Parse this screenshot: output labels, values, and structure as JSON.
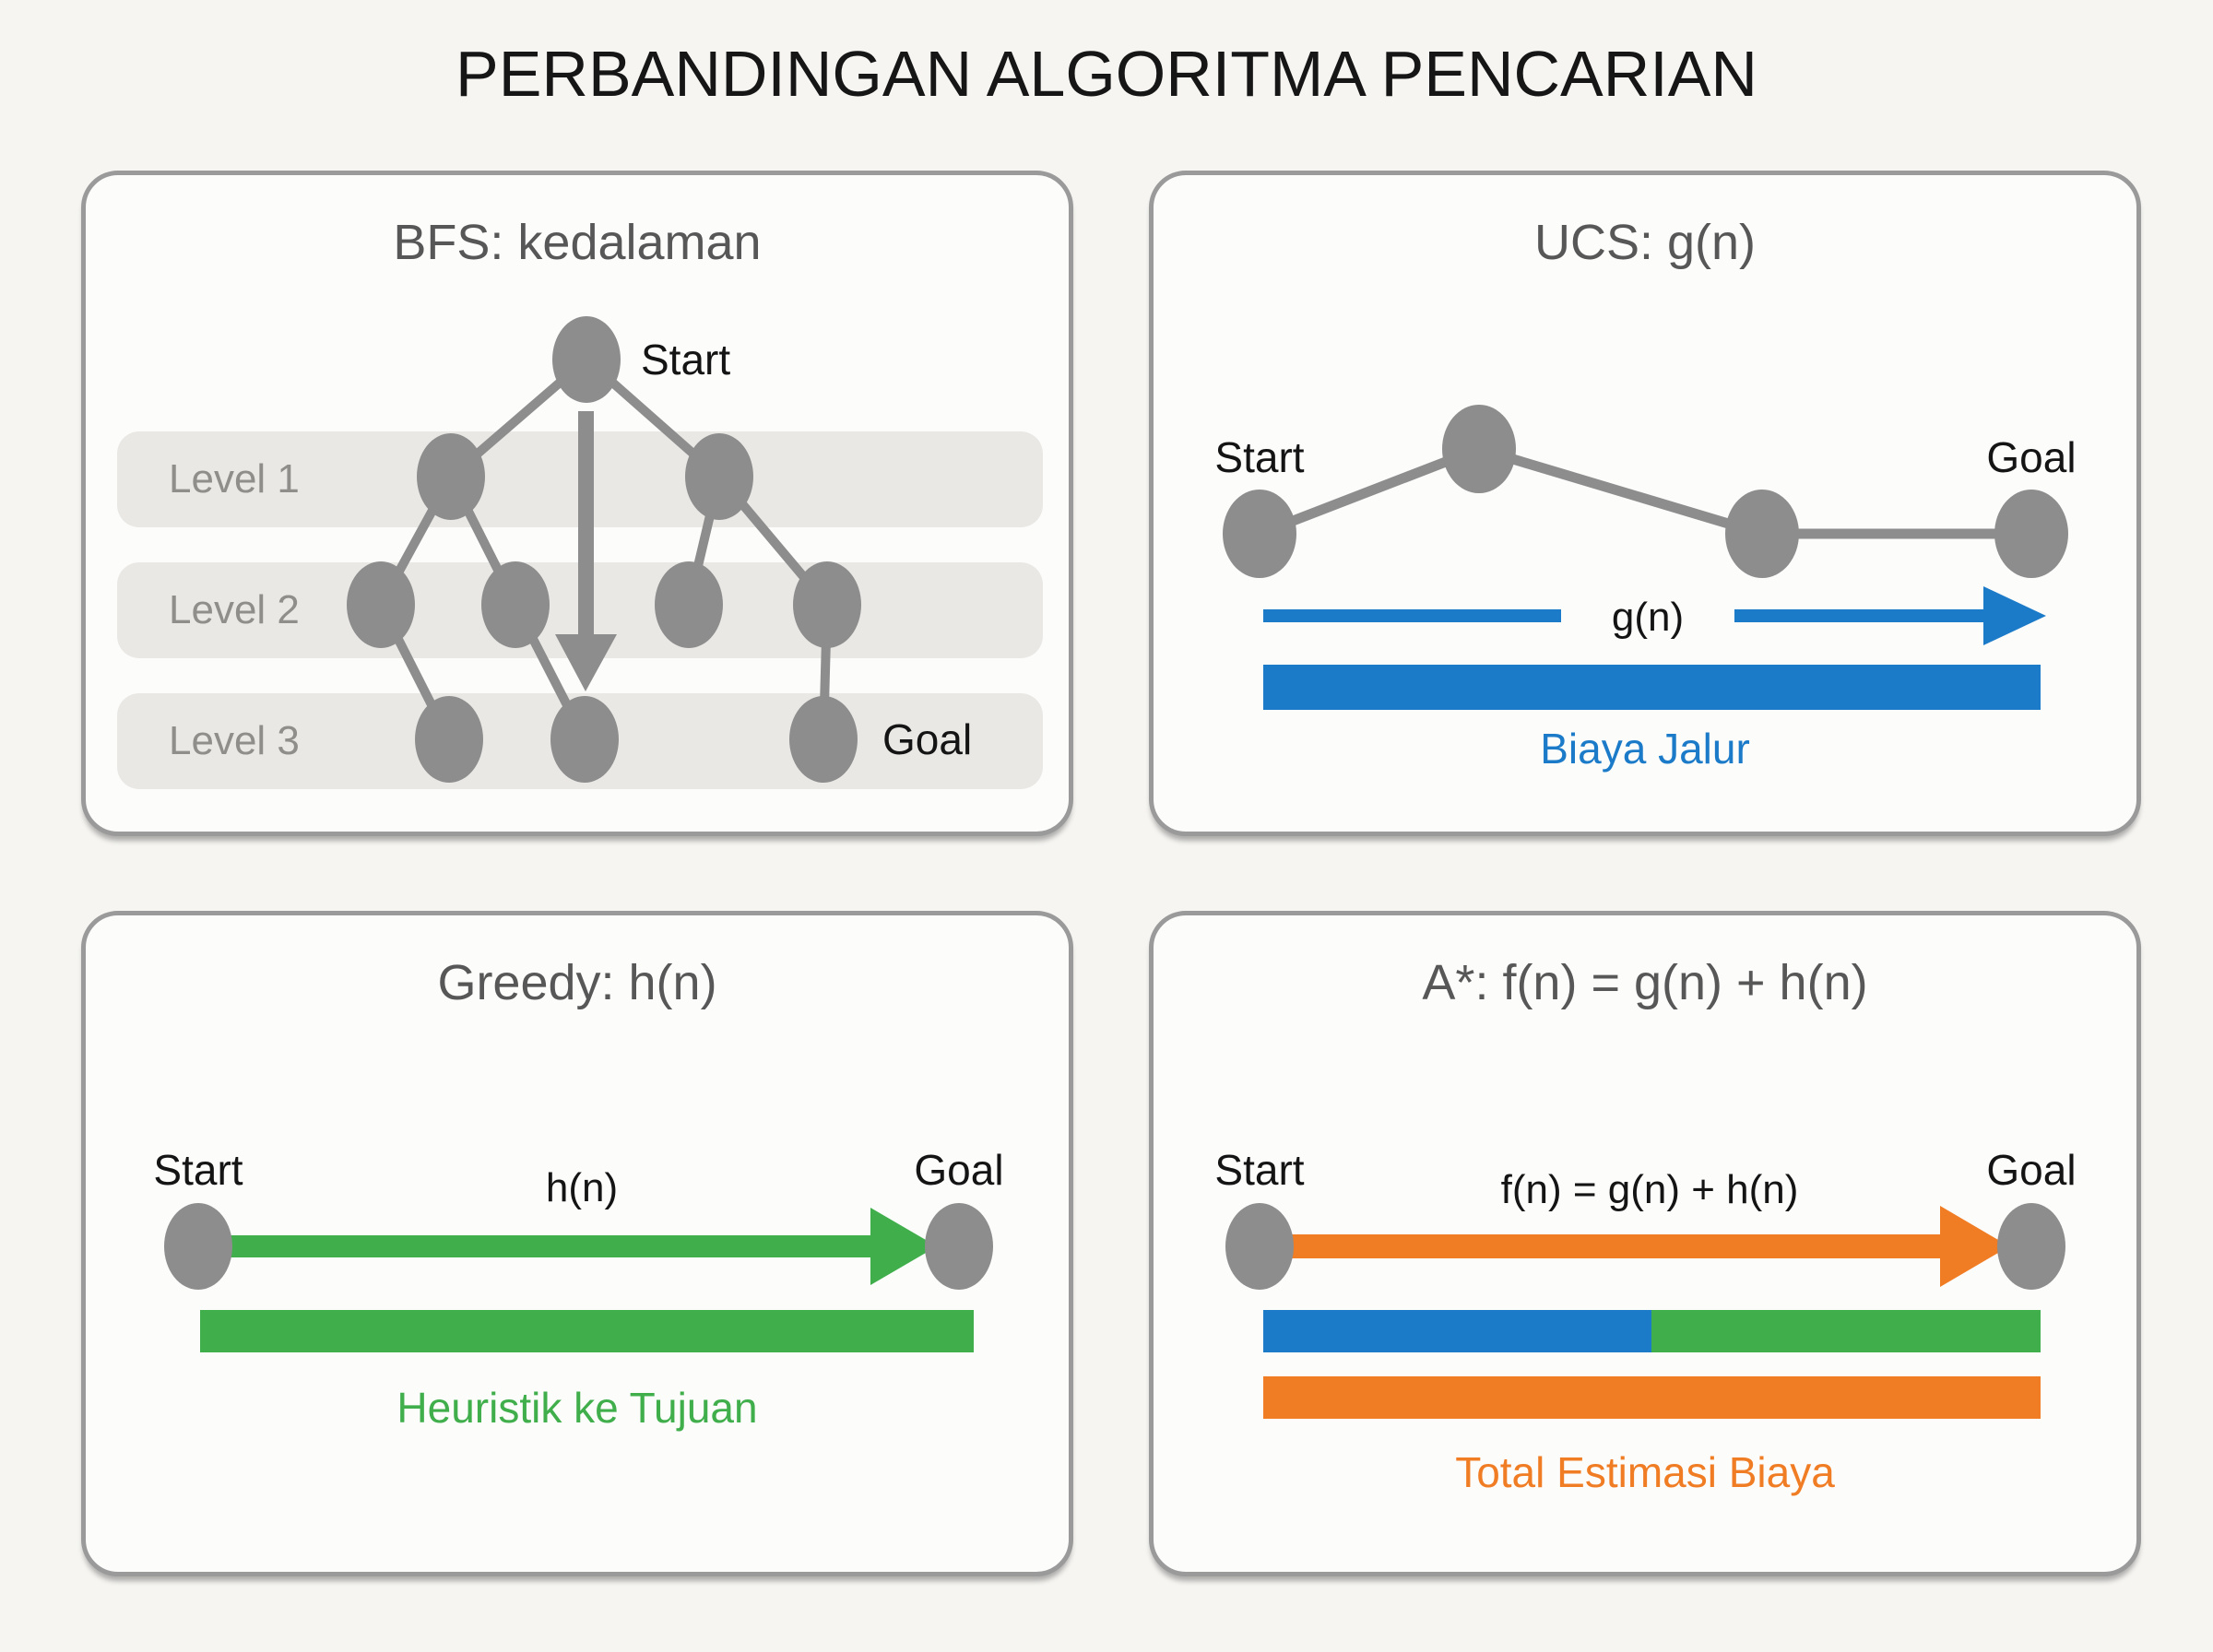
{
  "title": "PERBANDINGAN ALGORITMA PENCARIAN",
  "colors": {
    "canvas-bg": "#f6f5f2",
    "panel-bg": "#fcfcfb",
    "panel-border": "#9a9a9a",
    "node-gray": "#8d8d8d",
    "band-gray": "#e9e8e5",
    "band-label-gray": "#908e8b",
    "title-dark": "#161616",
    "panel-title-gray": "#575757",
    "label-black": "#141414",
    "blue": "#1c7bc9",
    "green": "#3fae4b",
    "orange": "#f07d24"
  },
  "panels": {
    "bfs": {
      "title": "BFS: kedalaman",
      "start_label": "Start",
      "goal_label": "Goal",
      "levels": [
        "Level 1",
        "Level 2",
        "Level 3"
      ]
    },
    "ucs": {
      "title": "UCS: g(n)",
      "start_label": "Start",
      "goal_label": "Goal",
      "arrow_label": "g(n)",
      "caption": "Biaya Jalur"
    },
    "greedy": {
      "title": "Greedy: h(n)",
      "start_label": "Start",
      "goal_label": "Goal",
      "arrow_label": "h(n)",
      "caption": "Heuristik ke Tujuan"
    },
    "astar": {
      "title": "A*: f(n) = g(n) + h(n)",
      "start_label": "Start",
      "goal_label": "Goal",
      "arrow_label": "f(n) = g(n) + h(n)",
      "caption": "Total Estimasi Biaya"
    }
  }
}
